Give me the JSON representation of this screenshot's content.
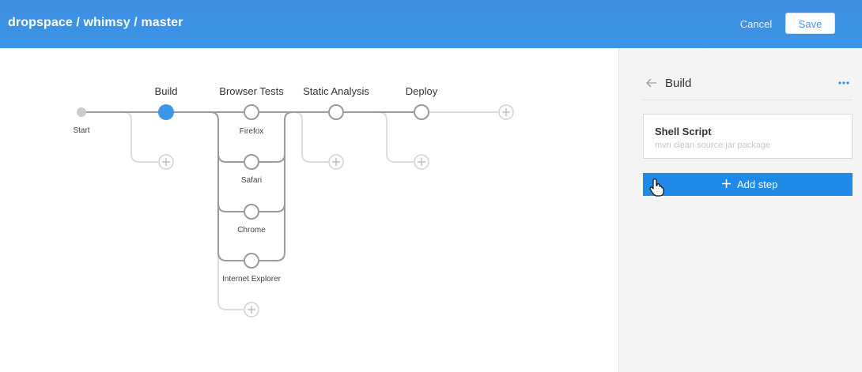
{
  "header": {
    "title": "dropspace / whimsy / master",
    "cancel_label": "Cancel",
    "save_label": "Save"
  },
  "pipeline": {
    "start_label": "Start",
    "stages": [
      {
        "name": "Build"
      },
      {
        "name": "Browser Tests",
        "parallel": [
          "Firefox",
          "Safari",
          "Chrome",
          "Internet Explorer"
        ]
      },
      {
        "name": "Static Analysis"
      },
      {
        "name": "Deploy"
      }
    ],
    "selected_stage": "Build"
  },
  "panel": {
    "title": "Build",
    "steps": [
      {
        "name": "Shell Script",
        "command": "mvn clean source:jar package"
      }
    ],
    "add_step_label": "Add step"
  },
  "icons": {
    "back": "arrow-left-icon",
    "more": "more-horizontal-icon",
    "add": "plus-icon",
    "cursor": "hand-pointer-icon"
  },
  "colors": {
    "header": "#3d8ee2",
    "accent": "#1f8ae8",
    "selected_node": "#3c95e6",
    "edge": "#9a9a9a",
    "placeholder_edge": "#dcdcdc"
  }
}
